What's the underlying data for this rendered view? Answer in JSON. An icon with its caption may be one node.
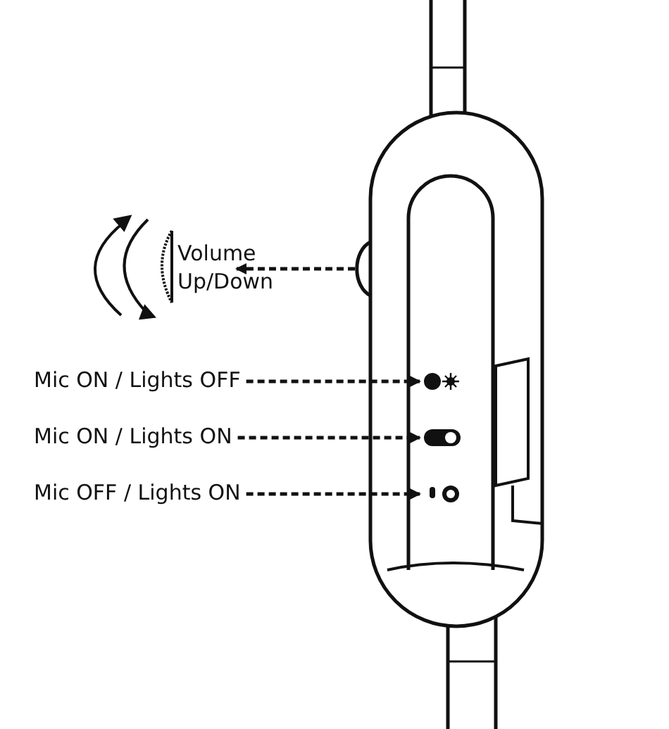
{
  "diagram": {
    "nodes": [
      {
        "text": [
          "Volume Up/Down"
        ]
      },
      {
        "text": [],
        "shape": "wheel"
      },
      {
        "text": [
          "Mic ON / Lights OFF"
        ]
      },
      {
        "text": [
          "Mic ON / Lights ON"
        ]
      },
      {
        "text": [
          "Mic OFF / Lights ON"
        ]
      },
      {
        "text": [],
        "shape": "icon"
      },
      {
        "text": [],
        "shape": "icon"
      },
      {
        "text": [],
        "shape": "icon"
      }
    ],
    "edges": [
      {
        "from": 1,
        "to": 0,
        "arrow": "to",
        "style": "dashed"
      },
      {
        "from": 2,
        "to": 5,
        "arrow": "to",
        "style": "dashed"
      },
      {
        "from": 3,
        "to": 6,
        "arrow": "to",
        "style": "dashed"
      },
      {
        "from": 4,
        "to": 7,
        "arrow": "to",
        "style": "dashed"
      }
    ]
  }
}
